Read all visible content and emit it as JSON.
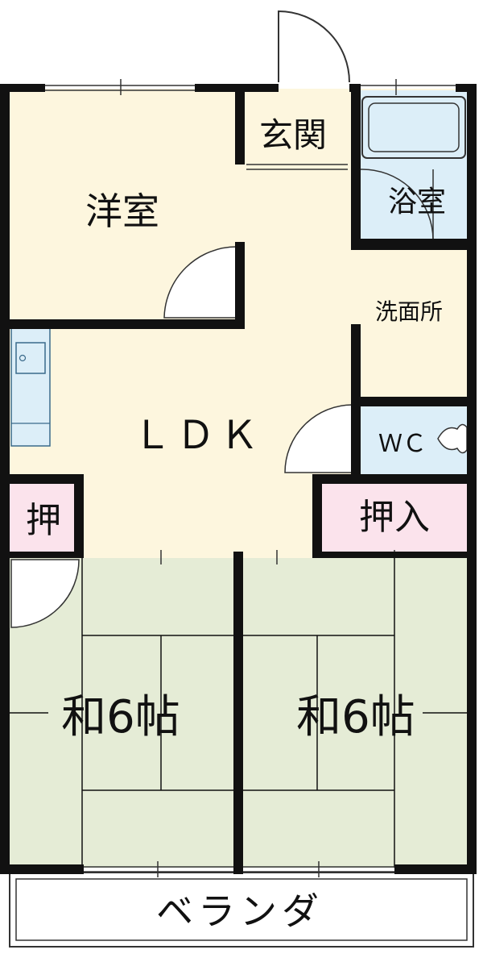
{
  "rooms": {
    "western": "洋室",
    "entrance": "玄関",
    "bath": "浴室",
    "washroom": "洗面所",
    "ldk": "ＬＤＫ",
    "wc": "ＷＣ",
    "closet_left": "押",
    "closet_right": "押入",
    "tatami_left": "和6帖",
    "tatami_right": "和6帖",
    "balcony": "ベランダ"
  },
  "colors": {
    "cream": "#fdf6de",
    "blue": "#dceef8",
    "pink": "#fbe3ec",
    "tatami": "#e5ecd6",
    "wall": "#111111"
  }
}
